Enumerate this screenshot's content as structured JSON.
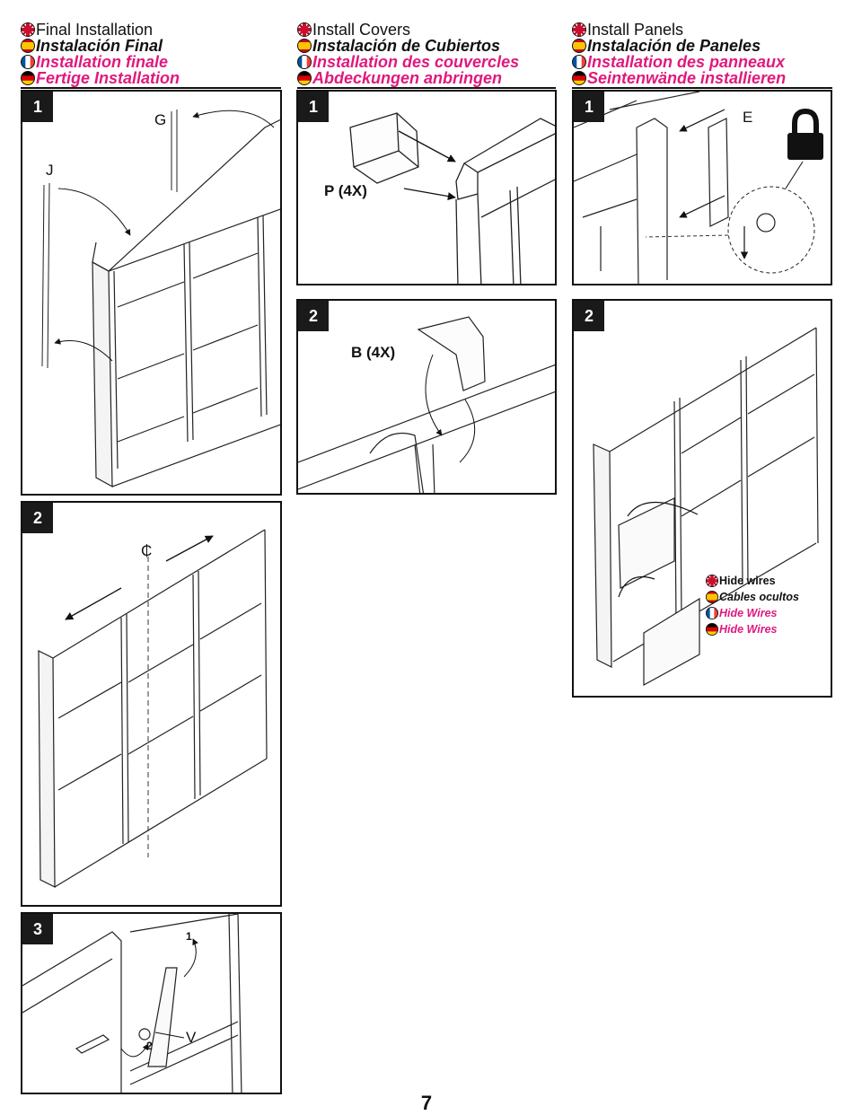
{
  "sections": [
    {
      "headings": {
        "en": "Final Installation",
        "es": "Instalación Final",
        "fr": "Installation finale",
        "de": "Fertige Installation"
      },
      "steps": [
        "1",
        "2",
        "3"
      ],
      "callouts": {
        "g": "G",
        "j": "J",
        "centerline": "₵",
        "arrow_1": "1",
        "arrow_2": "2",
        "v": "V"
      }
    },
    {
      "headings": {
        "en": "Install Covers",
        "es": "Instalación de Cubiertos",
        "fr": "Installation des couvercles",
        "de": "Abdeckungen anbringen"
      },
      "steps": [
        "1",
        "2"
      ],
      "callouts": {
        "p": "P (4X)",
        "b": "B (4X)"
      }
    },
    {
      "headings": {
        "en": "Install Panels",
        "es": "Instalación de Paneles",
        "fr": "Installation des panneaux",
        "de": "Seintenwände installieren"
      },
      "steps": [
        "1",
        "2"
      ],
      "callouts": {
        "e": "E"
      },
      "legend": {
        "en": "Hide wires",
        "es": "Cables ocultos",
        "fr": "Hide Wires",
        "de": "Hide Wires"
      }
    }
  ],
  "page_number": "7",
  "colors": {
    "accent_magenta": "#e0197d",
    "text": "#111111",
    "step_badge": "#1a1a1a"
  },
  "icons": [
    "uk-flag-icon",
    "spain-flag-icon",
    "france-flag-icon",
    "germany-flag-icon",
    "padlock-icon"
  ]
}
